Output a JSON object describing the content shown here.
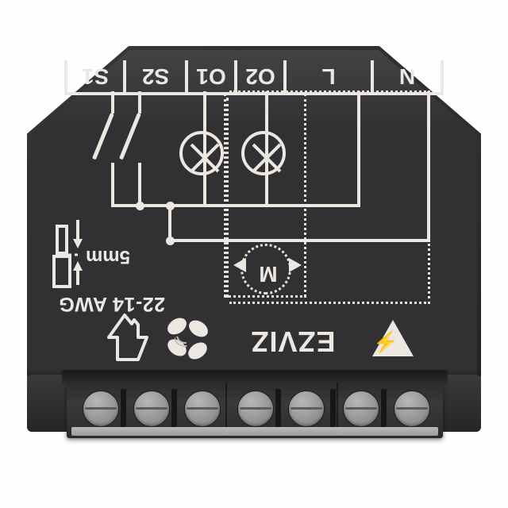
{
  "product": {
    "brand": "EZVIZ",
    "type": "smart-switch-module",
    "orientation_note": "printed-artwork-rotated-180"
  },
  "colors": {
    "body": "#313133",
    "print": "#e9e4de",
    "screw": "#9e9e9e",
    "background": "#ffffff"
  },
  "markings": {
    "brand_text": "EZVIZ",
    "wire_gauge": "22-14 AWG",
    "strip_length": "5mm",
    "warning_symbol": "high-voltage",
    "motor_label": "M"
  },
  "terminals": [
    {
      "label": "N",
      "width": 88
    },
    {
      "label": "L",
      "width": 110
    },
    {
      "label": "O2",
      "width": 62
    },
    {
      "label": "O1",
      "width": 62
    },
    {
      "label": "S2",
      "width": 78
    },
    {
      "label": "S1",
      "width": 78
    }
  ],
  "screws": {
    "count": 7,
    "positions": [
      20,
      84,
      148,
      215,
      279,
      348,
      412
    ]
  },
  "dividers": {
    "positions": [
      68,
      132,
      263,
      332,
      396
    ]
  },
  "diagram": {
    "loads": [
      {
        "type": "motor",
        "label": "M",
        "terminal_group": "O1-O2",
        "bidirectional": true
      },
      {
        "type": "lamp",
        "terminal": "O2"
      },
      {
        "type": "lamp",
        "terminal": "O1"
      }
    ],
    "switches": [
      {
        "type": "momentary-switch",
        "terminal": "S2"
      },
      {
        "type": "momentary-switch",
        "terminal": "S1"
      }
    ]
  }
}
